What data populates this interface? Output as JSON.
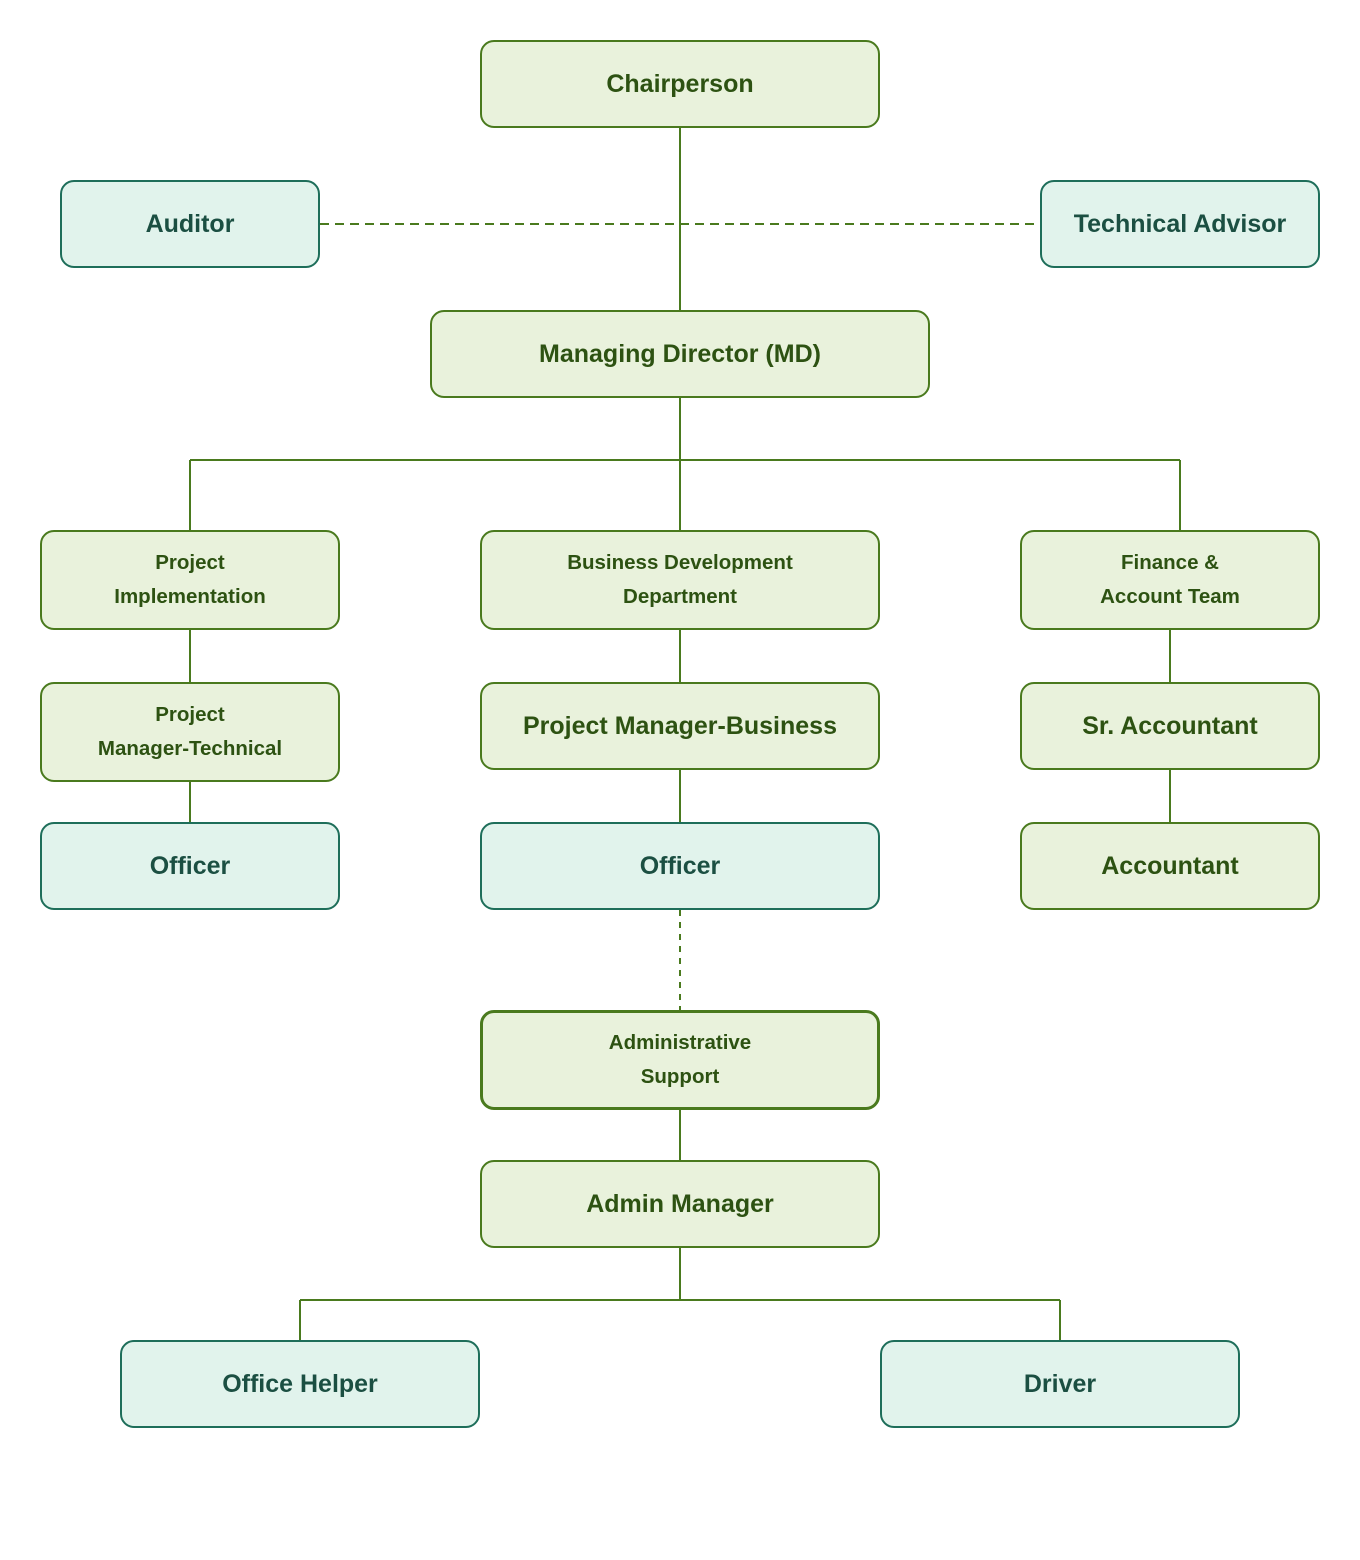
{
  "colors": {
    "green_border": "#4a7a1e",
    "green_fill": "#e9f2dc",
    "green_text": "#2d5212",
    "teal_border": "#1e6e5a",
    "teal_fill": "#e1f3ec",
    "teal_text": "#1b4f42"
  },
  "nodes": {
    "chairperson": "Chairperson",
    "auditor": "Auditor",
    "technical_advisor": "Technical Advisor",
    "managing_director": "Managing Director (MD)",
    "project_implementation": [
      "Project",
      "Implementation"
    ],
    "business_development": [
      "Business Development",
      "Department"
    ],
    "finance_account": [
      "Finance &",
      "Account Team"
    ],
    "pm_technical": [
      "Project",
      "Manager-Technical"
    ],
    "pm_business": "Project Manager-Business",
    "sr_accountant": "Sr. Accountant",
    "officer_left": "Officer",
    "officer_center": "Officer",
    "accountant": "Accountant",
    "administrative_support": [
      "Administrative",
      "Support"
    ],
    "admin_manager": "Admin Manager",
    "office_helper": "Office Helper",
    "driver": "Driver"
  }
}
